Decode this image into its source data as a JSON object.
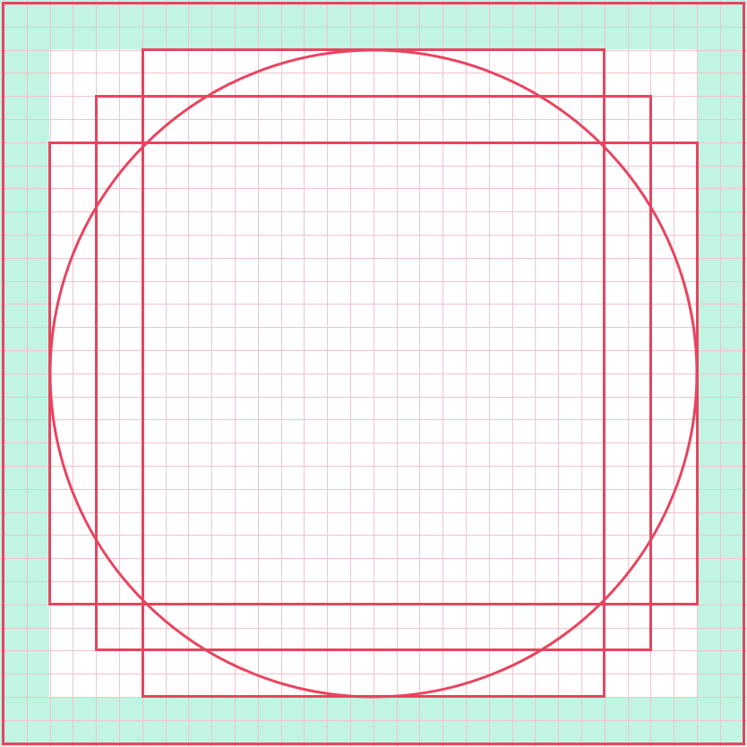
{
  "colors": {
    "background": "#ffffff",
    "margin_band": "#c1f4e3",
    "grid_line": "#f2c3cc",
    "stroke": "#e8445f"
  },
  "diagram": {
    "kind": "icon-keyline-grid",
    "shapes": [
      "outer-frame",
      "tall-rectangle",
      "square",
      "wide-rectangle",
      "circle"
    ],
    "grid_visible": true
  }
}
